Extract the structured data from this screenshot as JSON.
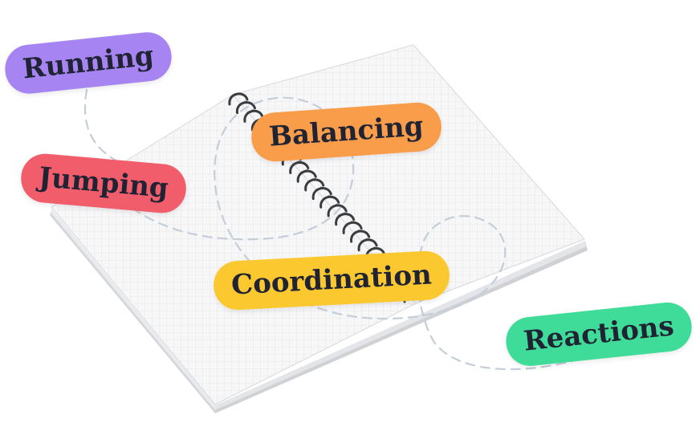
{
  "tags": [
    {
      "id": "running",
      "label": "Running",
      "color": "#a685f2"
    },
    {
      "id": "balancing",
      "label": "Balancing",
      "color": "#f99d4a"
    },
    {
      "id": "jumping",
      "label": "Jumping",
      "color": "#f25d6b"
    },
    {
      "id": "coordination",
      "label": "Coordination",
      "color": "#fcc830"
    },
    {
      "id": "reactions",
      "label": "Reactions",
      "color": "#3edc98"
    }
  ],
  "colors": {
    "paper": "#f7f7f8",
    "paper_edge": "#d7d8dc",
    "grid": "#dfe3ea",
    "spiral": "#3a3c40",
    "dashed_path": "#c5cdd8",
    "text": "#1f2333"
  }
}
